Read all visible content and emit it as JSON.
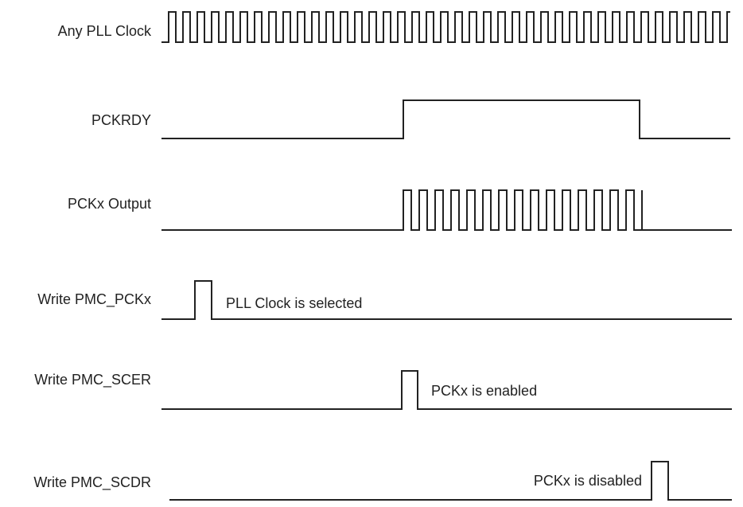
{
  "signals": [
    {
      "name": "Any PLL Clock"
    },
    {
      "name": "PCKRDY"
    },
    {
      "name": "PCKx Output"
    },
    {
      "name": "Write PMC_PCKx",
      "annotation": "PLL Clock is selected"
    },
    {
      "name": "Write PMC_SCER",
      "annotation": "PCKx is enabled"
    },
    {
      "name": "Write PMC_SCDR",
      "annotation": "PCKx is disabled"
    }
  ],
  "colors": {
    "line": "#222222",
    "text": "#222222",
    "background": "#ffffff"
  }
}
